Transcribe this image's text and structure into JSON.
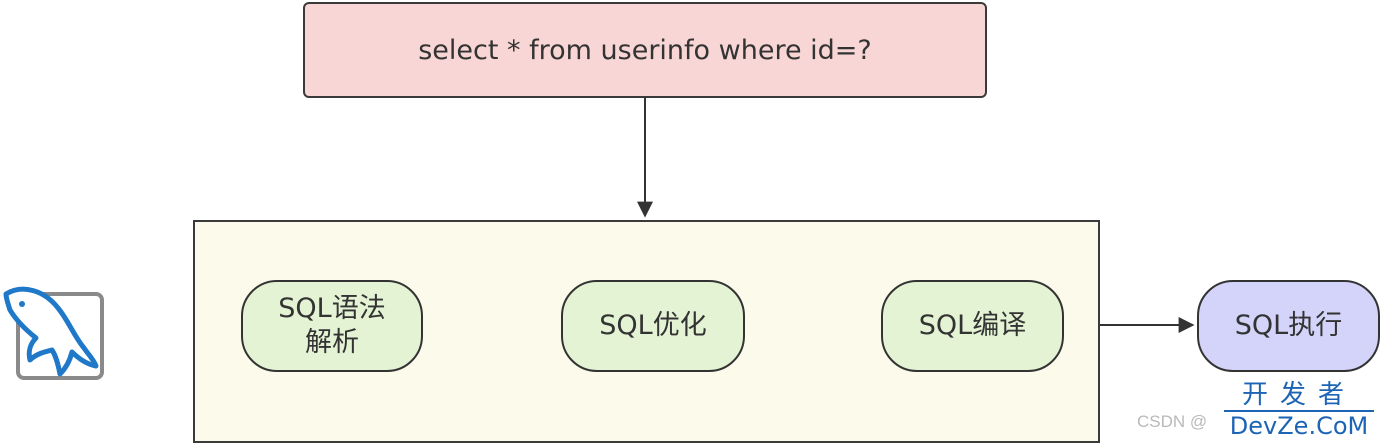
{
  "query": {
    "text": "select * from userinfo where id=?"
  },
  "stages": [
    {
      "label_line1": "SQL语法",
      "label_line2": "解析"
    },
    {
      "label": "SQL优化"
    },
    {
      "label": "SQL编译"
    },
    {
      "label": "SQL执行"
    }
  ],
  "icons": {
    "server_logo": "mysql-dolphin-icon"
  },
  "colors": {
    "query_fill": "#f9d6d6",
    "server_fill": "#fcfbeb",
    "stage_fill": "#e4f3d4",
    "exec_fill": "#d4d3f9",
    "logo_blue": "#1f78c8"
  },
  "watermark": {
    "csdn": "CSDN @",
    "cn": "开发者",
    "en": "DevZe.CoM"
  }
}
